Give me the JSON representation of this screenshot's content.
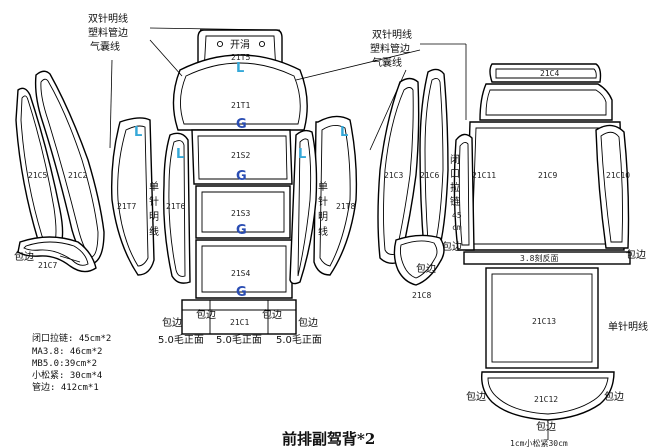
{
  "title": "前排副驾背*2",
  "callouts": {
    "left_stitch": [
      "双针明线",
      "塑料管边",
      "气囊线"
    ],
    "right_stitch": [
      "双针明线",
      "塑料管边",
      "气囊线"
    ],
    "kaijuan": "开涓",
    "single_stitch_left": [
      "单",
      "针",
      "明",
      "线"
    ],
    "single_stitch_right": [
      "单",
      "针",
      "明",
      "线"
    ],
    "closed_zip": [
      "闭",
      "口",
      "拉",
      "链",
      "45",
      "cm"
    ],
    "single_stitch_c13": "单针明线",
    "reverse_face": "3.8刻反面",
    "bian": "包边",
    "zheng": "5.0毛正面",
    "song": "1cm小松紧30cm"
  },
  "pieces": {
    "t5": "21T5",
    "t1": "21T1",
    "s2": "21S2",
    "s3": "21S3",
    "s4": "21S4",
    "c1": "21C1",
    "t7": "21T7",
    "t6": "21T6",
    "t8": "21T8",
    "c5": "21C5",
    "c2": "21C2",
    "c7": "21C7",
    "c3": "21C3",
    "c6": "21C6",
    "c8": "21C8",
    "c4": "21C4",
    "c11": "21C11",
    "c9": "21C9",
    "c10": "21C10",
    "c13": "21C13",
    "c12": "21C12"
  },
  "marks": {
    "g": "G",
    "l": "L"
  },
  "specs": [
    "闭口拉链: 45cm*2",
    "MA3.8: 46cm*2",
    "MB5.0:39cm*2",
    "小松紧:  30cm*4",
    "管边:  412cm*1"
  ]
}
